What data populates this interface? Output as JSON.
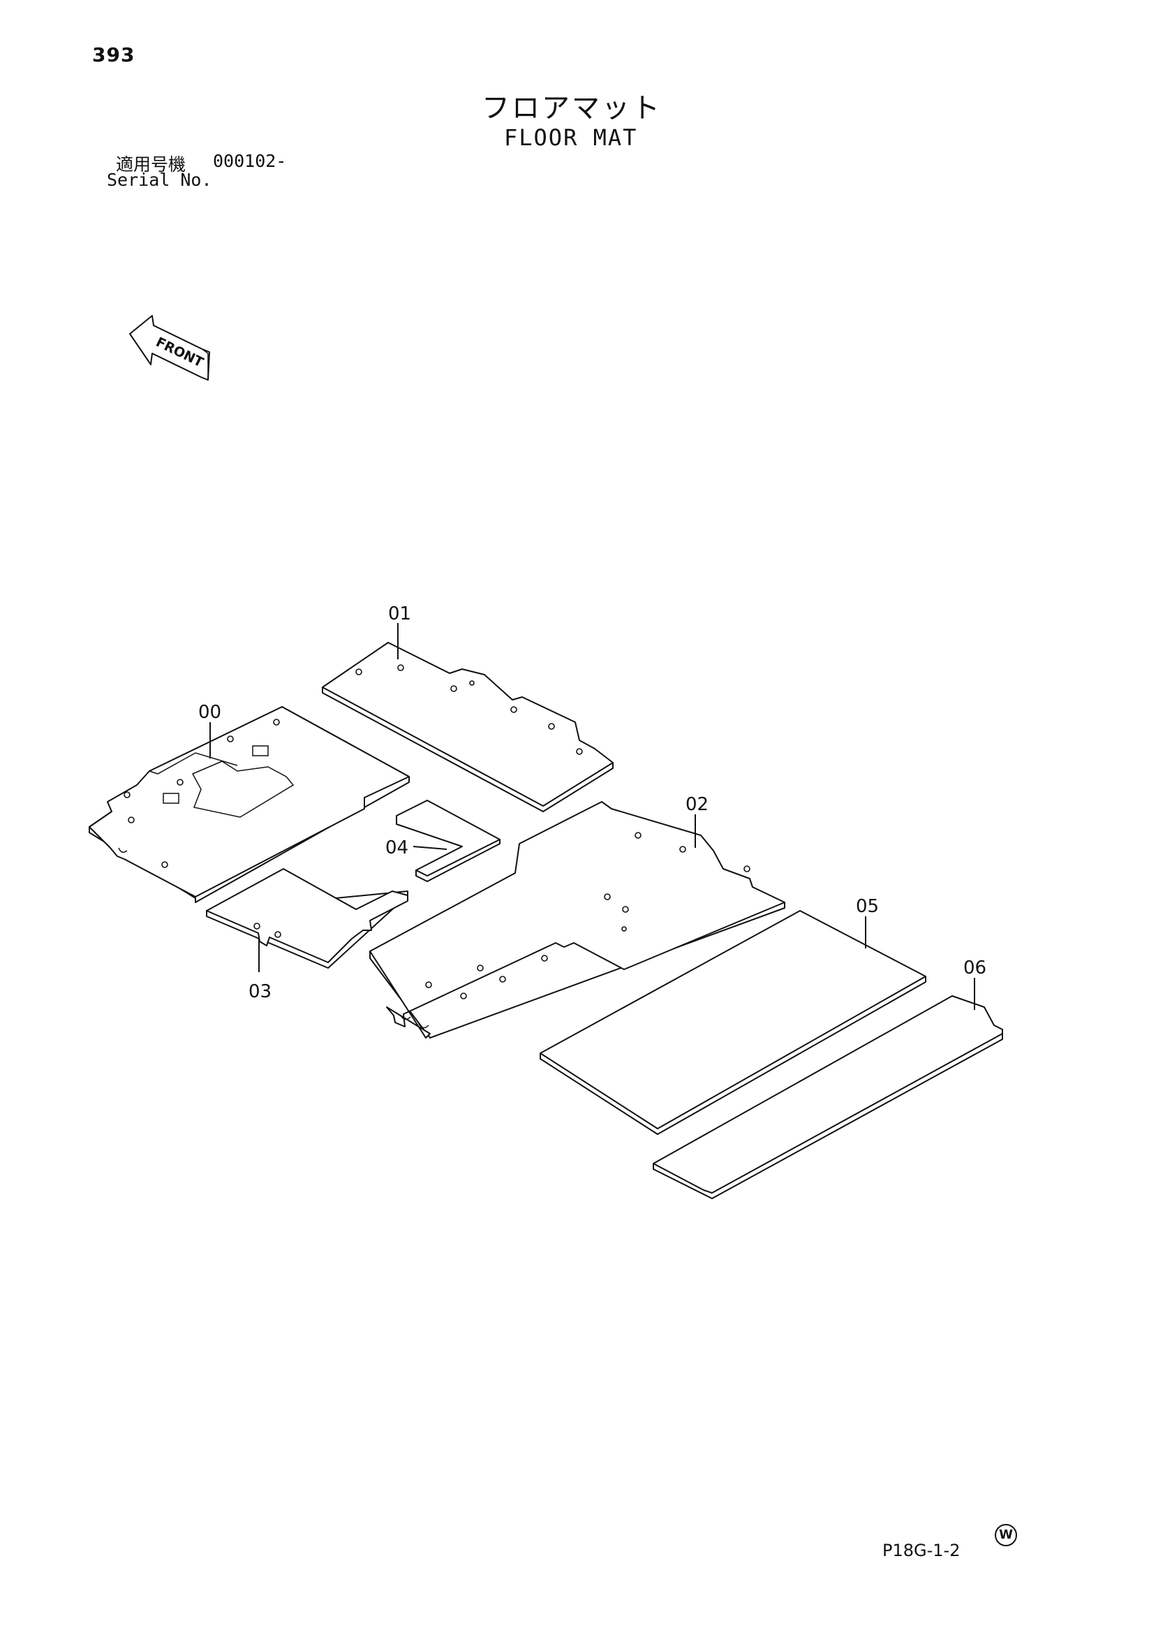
{
  "page": {
    "number": "393",
    "title_jp": "フロアマット",
    "title_en": "FLOOR MAT",
    "serial_label_jp": "適用号機",
    "serial_range": "000102-",
    "serial_label_en": "Serial No.",
    "sheet_code": "P18G-1-2",
    "circle_mark": "W"
  },
  "diagram": {
    "orientation_arrow": "FRONT",
    "callouts": [
      "00",
      "01",
      "02",
      "03",
      "04",
      "05",
      "06"
    ]
  }
}
